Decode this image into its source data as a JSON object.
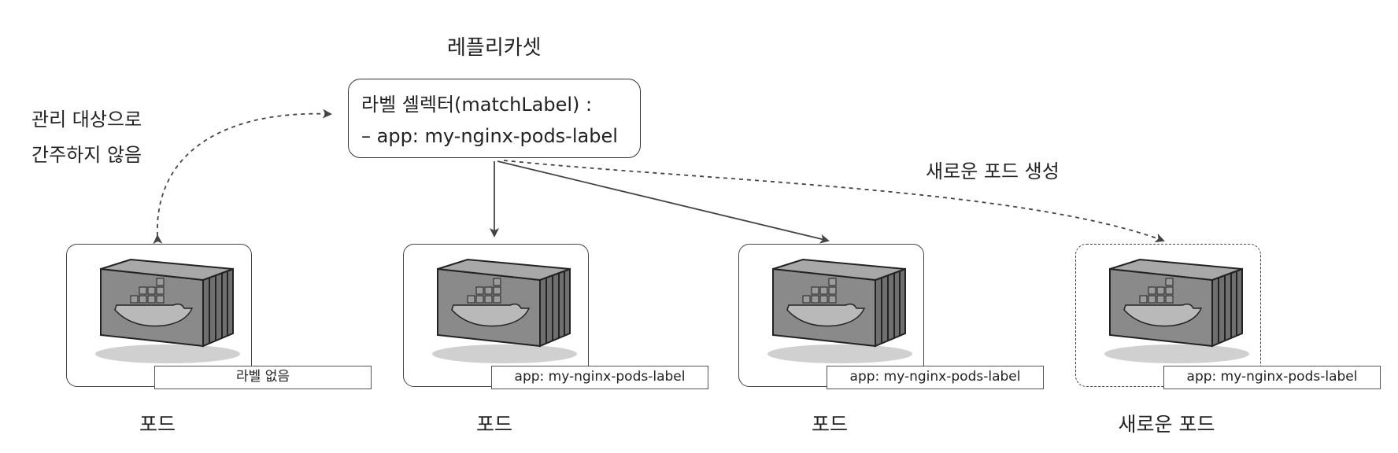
{
  "replicaset": {
    "title": "레플리카셋",
    "selector_line": "라벨 셀렉터(matchLabel) :",
    "label_line": "– app: my-nginx-pods-label"
  },
  "notes": {
    "not_managed_line1": "관리 대상으로",
    "not_managed_line2": "간주하지 않음",
    "create_new": "새로운 포드 생성"
  },
  "pods": [
    {
      "label": "라벨 없음",
      "caption": "포드",
      "icon": "docker-container-icon"
    },
    {
      "label": "app: my-nginx-pods-label",
      "caption": "포드",
      "icon": "docker-container-icon"
    },
    {
      "label": "app: my-nginx-pods-label",
      "caption": "포드",
      "icon": "docker-container-icon"
    },
    {
      "label": "app: my-nginx-pods-label",
      "caption": "새로운 포드",
      "icon": "docker-container-icon"
    }
  ]
}
